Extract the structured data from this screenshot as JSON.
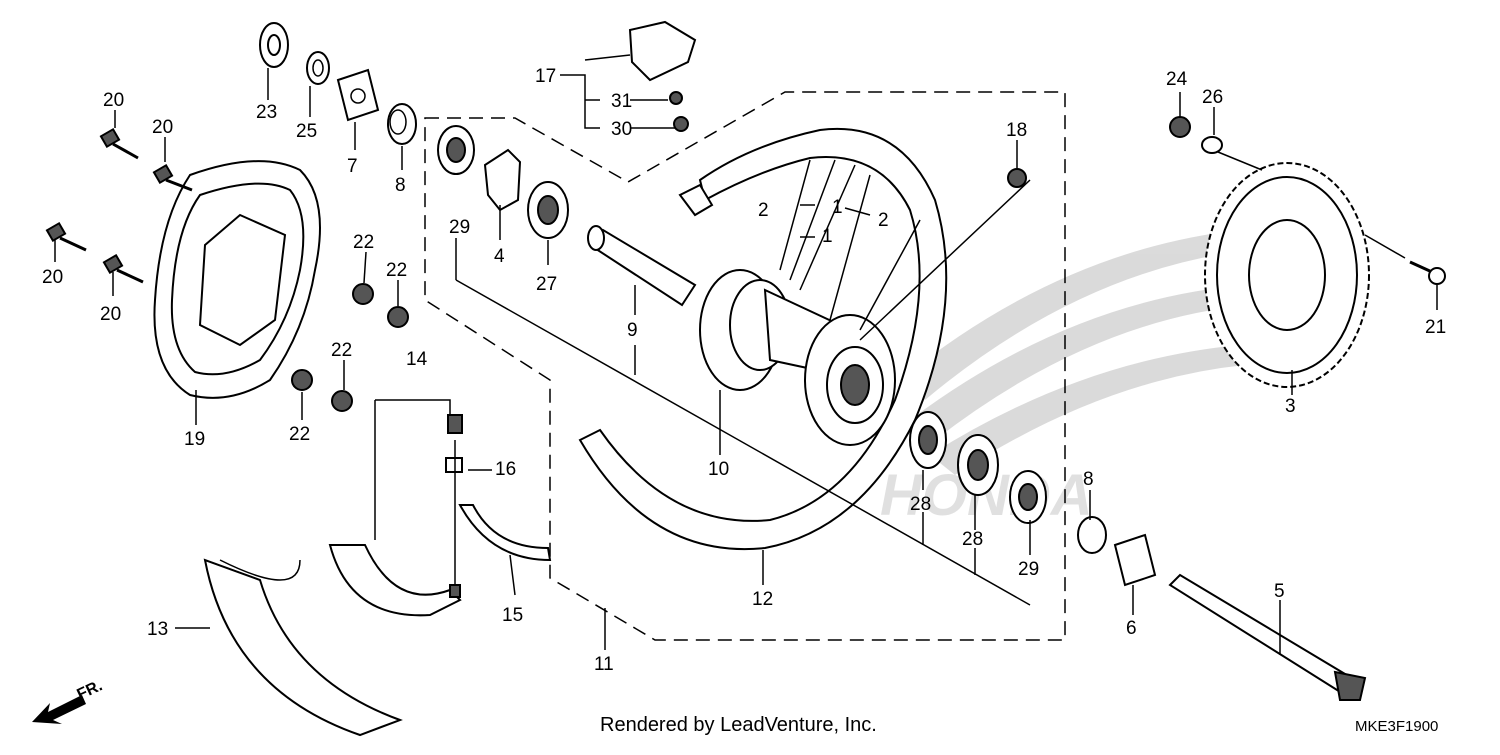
{
  "parts": [
    {
      "id": "p1",
      "ref": "1"
    },
    {
      "id": "p1b",
      "ref": "1"
    },
    {
      "id": "p2",
      "ref": "2"
    },
    {
      "id": "p2b",
      "ref": "2"
    },
    {
      "id": "p3",
      "ref": "3"
    },
    {
      "id": "p4",
      "ref": "4"
    },
    {
      "id": "p5",
      "ref": "5"
    },
    {
      "id": "p6",
      "ref": "6"
    },
    {
      "id": "p7",
      "ref": "7"
    },
    {
      "id": "p8",
      "ref": "8"
    },
    {
      "id": "p8b",
      "ref": "8"
    },
    {
      "id": "p9",
      "ref": "9"
    },
    {
      "id": "p10",
      "ref": "10"
    },
    {
      "id": "p11",
      "ref": "11"
    },
    {
      "id": "p12",
      "ref": "12"
    },
    {
      "id": "p13",
      "ref": "13"
    },
    {
      "id": "p14",
      "ref": "14"
    },
    {
      "id": "p15",
      "ref": "15"
    },
    {
      "id": "p16",
      "ref": "16"
    },
    {
      "id": "p17",
      "ref": "17"
    },
    {
      "id": "p18",
      "ref": "18"
    },
    {
      "id": "p19",
      "ref": "19"
    },
    {
      "id": "p20a",
      "ref": "20"
    },
    {
      "id": "p20b",
      "ref": "20"
    },
    {
      "id": "p20c",
      "ref": "20"
    },
    {
      "id": "p20d",
      "ref": "20"
    },
    {
      "id": "p21",
      "ref": "21"
    },
    {
      "id": "p22a",
      "ref": "22"
    },
    {
      "id": "p22b",
      "ref": "22"
    },
    {
      "id": "p22c",
      "ref": "22"
    },
    {
      "id": "p22d",
      "ref": "22"
    },
    {
      "id": "p23",
      "ref": "23"
    },
    {
      "id": "p24",
      "ref": "24"
    },
    {
      "id": "p25",
      "ref": "25"
    },
    {
      "id": "p26",
      "ref": "26"
    },
    {
      "id": "p27",
      "ref": "27"
    },
    {
      "id": "p28a",
      "ref": "28"
    },
    {
      "id": "p28b",
      "ref": "28"
    },
    {
      "id": "p29a",
      "ref": "29"
    },
    {
      "id": "p29b",
      "ref": "29"
    },
    {
      "id": "p30",
      "ref": "30"
    },
    {
      "id": "p31",
      "ref": "31"
    }
  ],
  "credit": "Rendered by LeadVenture, Inc.",
  "diagram_code": "MKE3F1900",
  "direction": "FR.",
  "watermark": "HONDA",
  "colors": {
    "ink": "#000000",
    "background": "#ffffff",
    "watermark": "#bdbdbd"
  }
}
